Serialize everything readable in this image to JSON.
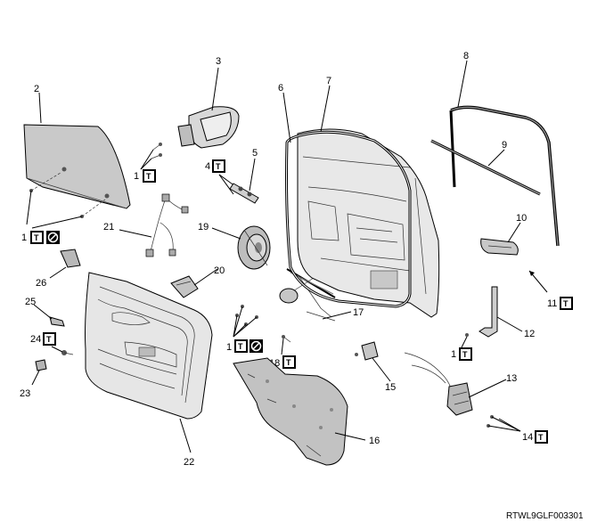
{
  "labels": {
    "p1a": "1",
    "p1b": "1",
    "p1c": "1",
    "p1d": "1",
    "p1e": "1",
    "p2": "2",
    "p3": "3",
    "p4": "4",
    "p5": "5",
    "p6": "6",
    "p7": "7",
    "p8": "8",
    "p9": "9",
    "p10": "10",
    "p11": "11",
    "p12": "12",
    "p13": "13",
    "p14": "14",
    "p15": "15",
    "p16": "16",
    "p17": "17",
    "p18": "18",
    "p19": "19",
    "p20": "20",
    "p21": "21",
    "p22": "22",
    "p23": "23",
    "p24": "24",
    "p25": "25",
    "p26": "26"
  },
  "torque_symbol": "T",
  "code": "RTWL9GLF003301"
}
